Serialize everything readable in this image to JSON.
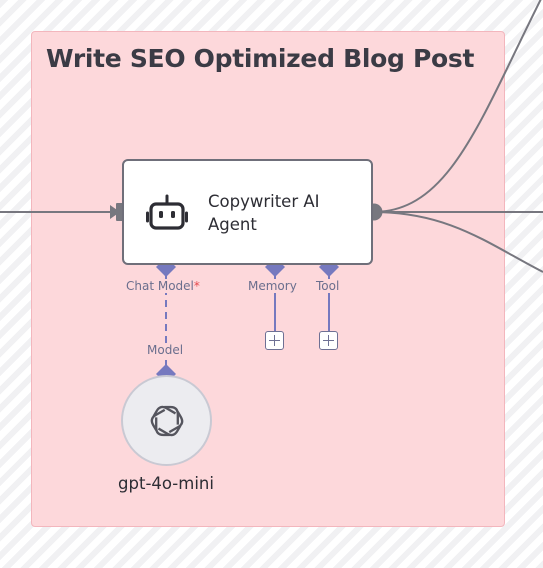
{
  "sticky_note": {
    "title": "Write SEO Optimized Blog Post",
    "color": "#fdd8db"
  },
  "agent_node": {
    "label": "Copywriter AI Agent",
    "icon": "robot-icon",
    "ports": {
      "chat_model": {
        "label": "Chat Model",
        "required_marker": "*"
      },
      "memory": {
        "label": "Memory"
      },
      "tool": {
        "label": "Tool"
      }
    }
  },
  "model_node": {
    "label": "gpt-4o-mini",
    "icon": "openai-icon",
    "port_label": "Model"
  },
  "colors": {
    "port": "#7679bf",
    "wire": "#77777f",
    "node_border": "#6f6f7a"
  }
}
